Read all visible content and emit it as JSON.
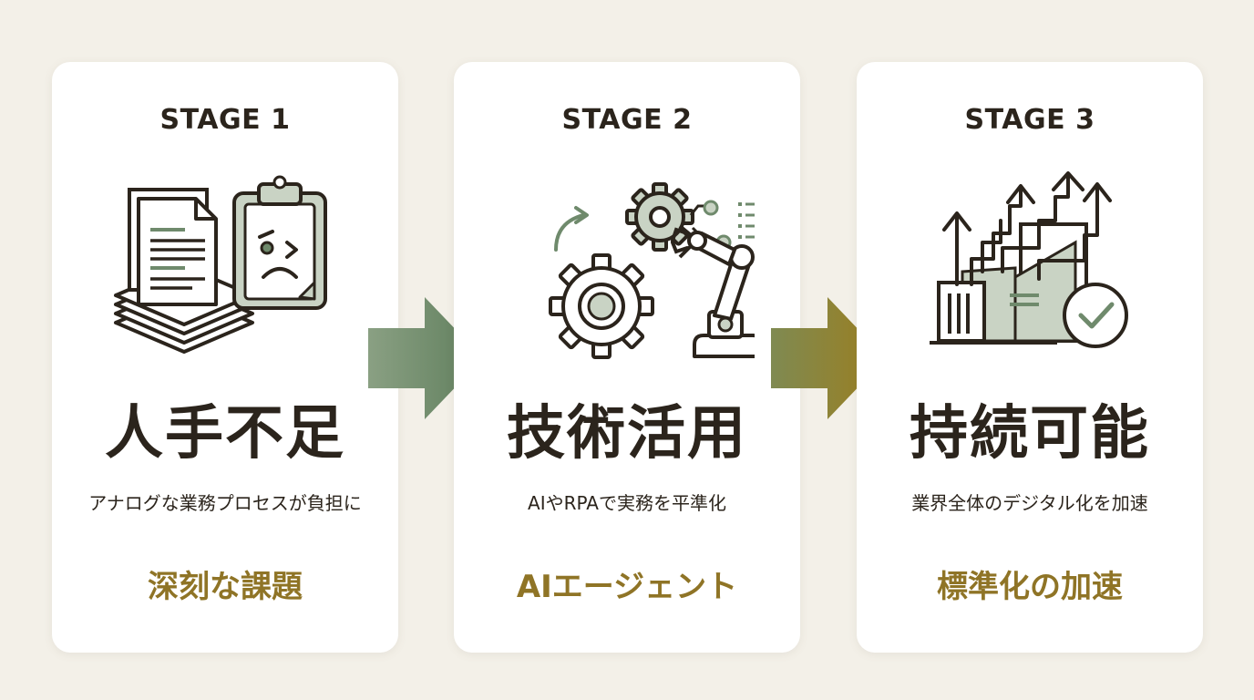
{
  "stages": [
    {
      "label": "STAGE 1",
      "heading": "人手不足",
      "description": "アナログな業務プロセスが負担に",
      "keyword": "深刻な課題",
      "icon": "stressed-paperwork-icon"
    },
    {
      "label": "STAGE 2",
      "heading": "技術活用",
      "description": "AIやRPAで実務を平準化",
      "keyword": "AIエージェント",
      "icon": "gears-robot-arm-icon"
    },
    {
      "label": "STAGE 3",
      "heading": "持続可能",
      "description": "業界全体のデジタル化を加速",
      "keyword": "標準化の加速",
      "icon": "growth-city-check-icon"
    }
  ],
  "colors": {
    "background": "#f3f0e8",
    "card": "#ffffff",
    "text_dark": "#2b241c",
    "accent_gold": "#8f7426",
    "accent_green": "#6f8a6c",
    "icon_green_fill": "#c9d3c4"
  }
}
